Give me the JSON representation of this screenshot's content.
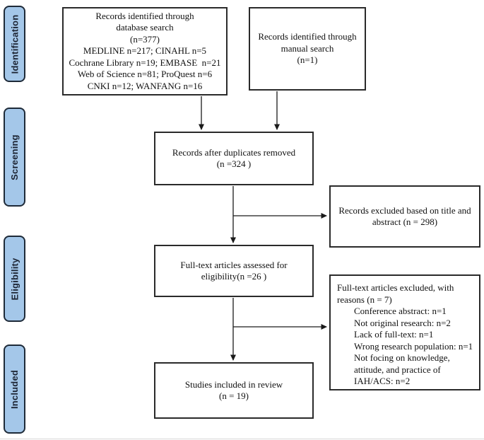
{
  "stages": [
    {
      "label": "Identification"
    },
    {
      "label": "Screening"
    },
    {
      "label": "Eligibility"
    },
    {
      "label": "Included"
    }
  ],
  "boxes": {
    "database_search": {
      "lines": [
        "Records identified through",
        "database search",
        "(n=377)",
        "MEDLINE n=217; CINAHL n=5",
        "Cochrane Library n=19; EMBASE  n=21",
        "Web of Science n=81; ProQuest n=6",
        "CNKI n=12; WANFANG n=16"
      ]
    },
    "manual_search": {
      "lines": [
        "Records identified through",
        "manual search",
        "(n=1)"
      ]
    },
    "duplicates_removed": {
      "lines": [
        "Records after duplicates removed",
        "(n =324 )"
      ]
    },
    "title_abstract_excluded": {
      "lines": [
        "Records excluded based on title and",
        "abstract (n = 298)"
      ]
    },
    "full_text_assessed": {
      "lines": [
        "Full-text articles assessed for",
        "eligibility(n =26 )"
      ]
    },
    "full_text_excluded": {
      "lines": [
        "Full-text articles excluded, with",
        "reasons (n = 7)",
        "Conference abstract: n=1",
        "Not original research: n=2",
        "Lack of full-text: n=1",
        "Wrong research population: n=1",
        "Not focing on knowledge,",
        "attitude, and practice of",
        "IAH/ACS: n=2"
      ]
    },
    "included_review": {
      "lines": [
        "Studies included in review",
        "(n = 19)"
      ]
    }
  },
  "colors": {
    "stage_fill": "#a4c7e9",
    "stage_border": "#1e2a38",
    "box_border": "#2a2a2a",
    "arrow": "#1a1a1a",
    "text": "#111111"
  }
}
